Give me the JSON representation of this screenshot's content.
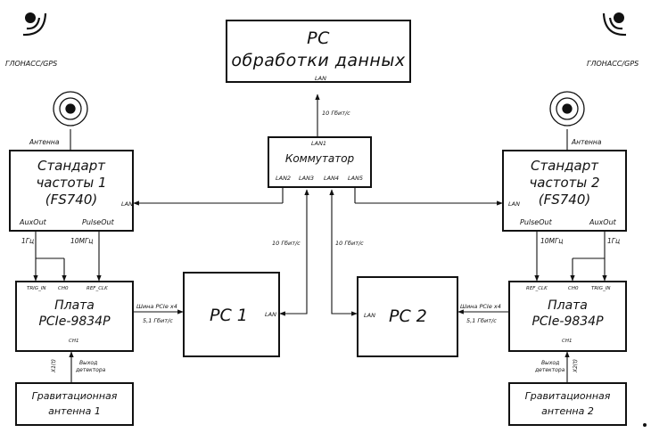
{
  "pc_processing": {
    "line1": "PC",
    "line2": "обработки данных",
    "lan": "LAN"
  },
  "link_top": "10 Гбит/с",
  "switch": {
    "lan1": "LAN1",
    "title": "Коммутатор",
    "lan2": "LAN2",
    "lan3": "LAN3",
    "lan4": "LAN4",
    "lan5": "LAN5"
  },
  "left": {
    "gnss": "ГЛОНАСС/GPS",
    "antenna": "Антенна",
    "standard": {
      "line1": "Стандарт",
      "line2": "частоты 1",
      "line3": "(FS740)",
      "lan": "LAN",
      "out1": "AuxOut",
      "out2": "PulseOut"
    },
    "sig1": "1Гц",
    "sig2": "10МГц",
    "board": {
      "line1": "Плата",
      "line2": "PCIe-9834P",
      "trig": "TRIG_IN",
      "ch0": "CH0",
      "ref": "REF_CLK",
      "ch1": "CH1"
    },
    "bus": "Шина PCIe x4",
    "bus_speed": "5,1 Гбит/с",
    "x": "X1(t)",
    "det1": "Выход",
    "det2": "детектора",
    "grav": {
      "line1": "Гравитационная",
      "line2": "антенна 1"
    },
    "pc": "PC 1",
    "pc_lan": "LAN",
    "link": "10 Гбит/с"
  },
  "right": {
    "gnss": "ГЛОНАСС/GPS",
    "antenna": "Антенна",
    "standard": {
      "line1": "Стандарт",
      "line2": "частоты 2",
      "line3": "(FS740)",
      "lan": "LAN",
      "out1": "PulseOut",
      "out2": "AuxOut"
    },
    "sig1": "10МГц",
    "sig2": "1Гц",
    "board": {
      "line1": "Плата",
      "line2": "PCIe-9834P",
      "ref": "REF_CLK",
      "ch0": "CH0",
      "trig": "TRIG_IN",
      "ch1": "CH1"
    },
    "bus": "Шина PCIe x4",
    "bus_speed": "5,1 Гбит/с",
    "x": "X2(t)",
    "det1": "Выход",
    "det2": "детектора",
    "grav": {
      "line1": "Гравитационная",
      "line2": "антенна 2"
    },
    "pc": "PC 2",
    "pc_lan": "LAN",
    "link": "10 Гбит/с"
  }
}
